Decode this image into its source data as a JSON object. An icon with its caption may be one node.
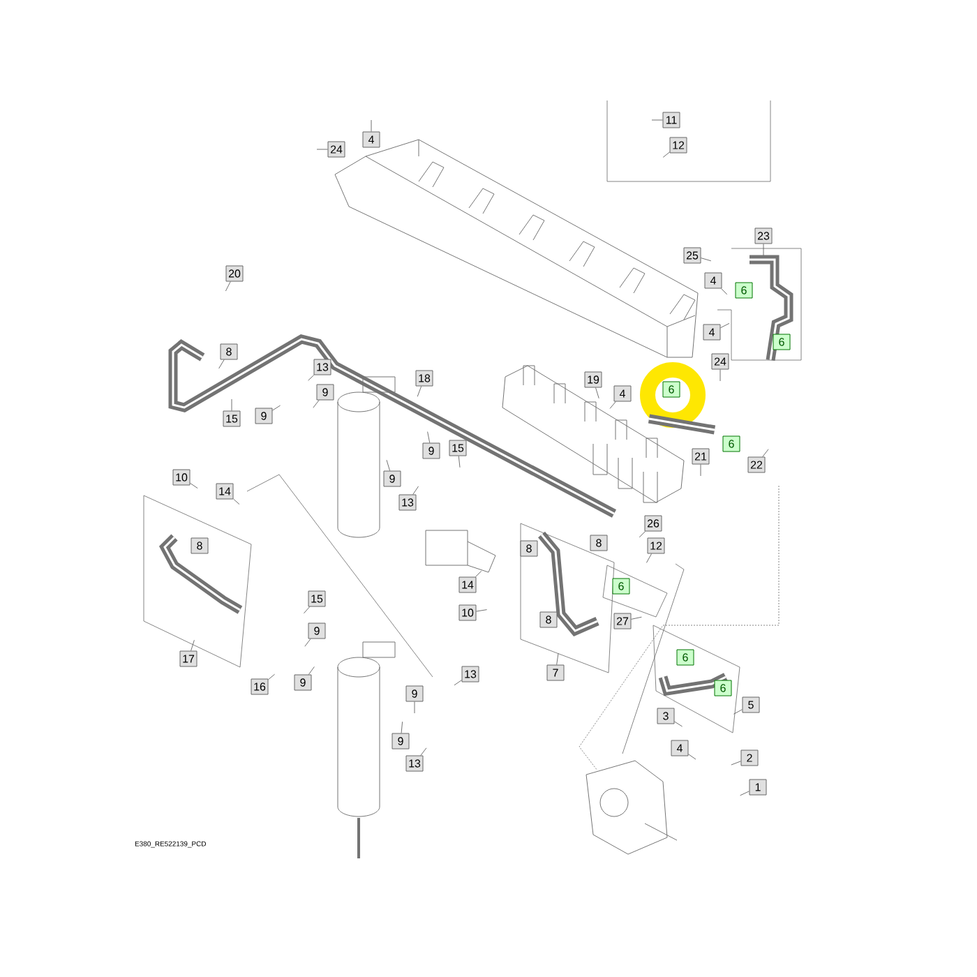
{
  "diagram": {
    "nodes": [
      {
        "text": [
          "11"
        ]
      },
      {
        "text": [
          "12"
        ]
      },
      {
        "text": [
          "24"
        ]
      },
      {
        "text": [
          "4"
        ]
      },
      {
        "text": [
          "25"
        ]
      },
      {
        "text": [
          "23"
        ]
      },
      {
        "text": [
          "6"
        ]
      },
      {
        "text": [
          "4"
        ]
      },
      {
        "text": [
          "20"
        ]
      },
      {
        "text": [
          "6"
        ]
      },
      {
        "text": [
          "4"
        ]
      },
      {
        "text": [
          "24"
        ]
      },
      {
        "text": [
          "8"
        ]
      },
      {
        "text": [
          "13"
        ]
      },
      {
        "text": [
          "9"
        ]
      },
      {
        "text": [
          "18"
        ]
      },
      {
        "text": [
          "19"
        ]
      },
      {
        "text": [
          "6"
        ]
      },
      {
        "text": [
          "15"
        ]
      },
      {
        "text": [
          "9"
        ]
      },
      {
        "text": [
          "4"
        ]
      },
      {
        "text": [
          "6"
        ]
      },
      {
        "text": [
          "21"
        ]
      },
      {
        "text": [
          "22"
        ]
      },
      {
        "text": [
          "9"
        ]
      },
      {
        "text": [
          "15"
        ]
      },
      {
        "text": [
          "9"
        ]
      },
      {
        "text": [
          "13"
        ]
      },
      {
        "text": [
          "10"
        ]
      },
      {
        "text": [
          "14"
        ]
      },
      {
        "text": [
          "8"
        ]
      },
      {
        "text": [
          "26"
        ]
      },
      {
        "text": [
          "12"
        ]
      },
      {
        "text": [
          "8"
        ]
      },
      {
        "text": [
          "8"
        ]
      },
      {
        "text": [
          "14"
        ]
      },
      {
        "text": [
          "10"
        ]
      },
      {
        "text": [
          "6"
        ]
      },
      {
        "text": [
          "27"
        ]
      },
      {
        "text": [
          "8"
        ]
      },
      {
        "text": [
          "7"
        ]
      },
      {
        "text": [
          "17"
        ]
      },
      {
        "text": [
          "15"
        ]
      },
      {
        "text": [
          "9"
        ]
      },
      {
        "text": [
          "16"
        ]
      },
      {
        "text": [
          "9"
        ]
      },
      {
        "text": [
          "13"
        ]
      },
      {
        "text": [
          "9"
        ]
      },
      {
        "text": [
          "9"
        ]
      },
      {
        "text": [
          "13"
        ]
      },
      {
        "text": [
          "6"
        ]
      },
      {
        "text": [
          "6"
        ]
      },
      {
        "text": [
          "5"
        ]
      },
      {
        "text": [
          "3"
        ]
      },
      {
        "text": [
          "4"
        ]
      },
      {
        "text": [
          "2"
        ]
      },
      {
        "text": [
          "1"
        ]
      }
    ],
    "edges": [
      {
        "from": 0,
        "to": null,
        "arrow": "none"
      },
      {
        "from": 1,
        "to": null,
        "arrow": "none"
      },
      {
        "from": 2,
        "to": null,
        "arrow": "none"
      },
      {
        "from": 3,
        "to": null,
        "arrow": "none"
      },
      {
        "from": 4,
        "to": null,
        "arrow": "none"
      },
      {
        "from": 5,
        "to": null,
        "arrow": "none"
      },
      {
        "from": 7,
        "to": null,
        "arrow": "none"
      },
      {
        "from": 8,
        "to": null,
        "arrow": "none"
      },
      {
        "from": 10,
        "to": null,
        "arrow": "none"
      },
      {
        "from": 11,
        "to": null,
        "arrow": "none"
      },
      {
        "from": 12,
        "to": null,
        "arrow": "none"
      },
      {
        "from": 13,
        "to": null,
        "arrow": "none"
      },
      {
        "from": 14,
        "to": null,
        "arrow": "none"
      },
      {
        "from": 15,
        "to": null,
        "arrow": "none"
      },
      {
        "from": 16,
        "to": null,
        "arrow": "none"
      },
      {
        "from": 18,
        "to": null,
        "arrow": "none"
      },
      {
        "from": 19,
        "to": null,
        "arrow": "none"
      },
      {
        "from": 20,
        "to": null,
        "arrow": "none"
      },
      {
        "from": 22,
        "to": null,
        "arrow": "none"
      },
      {
        "from": 23,
        "to": null,
        "arrow": "none"
      },
      {
        "from": 24,
        "to": null,
        "arrow": "none"
      },
      {
        "from": 25,
        "to": null,
        "arrow": "none"
      },
      {
        "from": 26,
        "to": null,
        "arrow": "none"
      },
      {
        "from": 27,
        "to": null,
        "arrow": "none"
      },
      {
        "from": 28,
        "to": null,
        "arrow": "none"
      },
      {
        "from": 29,
        "to": null,
        "arrow": "none"
      },
      {
        "from": 31,
        "to": null,
        "arrow": "none"
      },
      {
        "from": 32,
        "to": null,
        "arrow": "none"
      },
      {
        "from": 35,
        "to": null,
        "arrow": "none"
      },
      {
        "from": 36,
        "to": null,
        "arrow": "none"
      },
      {
        "from": 38,
        "to": null,
        "arrow": "none"
      },
      {
        "from": 40,
        "to": null,
        "arrow": "none"
      },
      {
        "from": 41,
        "to": null,
        "arrow": "none"
      },
      {
        "from": 42,
        "to": null,
        "arrow": "none"
      },
      {
        "from": 43,
        "to": null,
        "arrow": "none"
      },
      {
        "from": 44,
        "to": null,
        "arrow": "none"
      },
      {
        "from": 45,
        "to": null,
        "arrow": "none"
      },
      {
        "from": 46,
        "to": null,
        "arrow": "none"
      },
      {
        "from": 47,
        "to": null,
        "arrow": "none"
      },
      {
        "from": 48,
        "to": null,
        "arrow": "none"
      },
      {
        "from": 49,
        "to": null,
        "arrow": "none"
      },
      {
        "from": 52,
        "to": null,
        "arrow": "none"
      },
      {
        "from": 53,
        "to": null,
        "arrow": "none"
      },
      {
        "from": 54,
        "to": null,
        "arrow": "none"
      },
      {
        "from": 55,
        "to": null,
        "arrow": "none"
      },
      {
        "from": 56,
        "to": null,
        "arrow": "none"
      }
    ],
    "labels": [
      "E380_RE522139_PCD"
    ]
  }
}
